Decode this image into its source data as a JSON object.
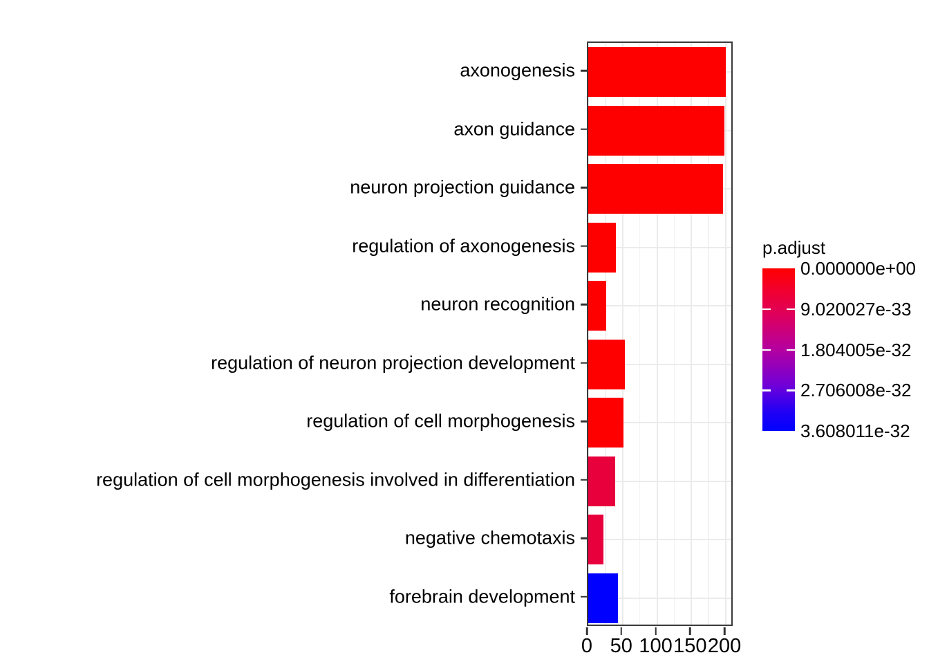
{
  "chart_data": {
    "type": "bar",
    "orientation": "horizontal",
    "title": "",
    "xlabel": "",
    "ylabel": "",
    "xlim": [
      0,
      212
    ],
    "xticks": [
      0,
      50,
      100,
      150,
      200
    ],
    "xticklabels": [
      "0",
      "50",
      "100",
      "150",
      "200"
    ],
    "grid": true,
    "grid_color": "#ebebeb",
    "categories": [
      "axonogenesis",
      "axon guidance",
      "neuron projection guidance",
      "regulation of axonogenesis",
      "neuron recognition",
      "regulation of neuron projection development",
      "regulation of cell morphogenesis",
      "regulation of cell morphogenesis involved in differentiation",
      "negative chemotaxis",
      "forebrain development"
    ],
    "values": [
      200,
      198,
      196,
      40,
      26,
      53,
      51,
      39,
      22,
      43
    ],
    "bar_colors": [
      "#ff0000",
      "#ff0000",
      "#ff0000",
      "#ff0000",
      "#ff0000",
      "#ff0000",
      "#ff0000",
      "#e8003c",
      "#e8003c",
      "#0000ff"
    ],
    "legend": {
      "title": "p.adjust",
      "position": "right",
      "colormap_high": "#ff0000",
      "colormap_low": "#0000ff",
      "labels": [
        "0.000000e+00",
        "9.020027e-33",
        "1.804005e-32",
        "2.706008e-32",
        "3.608011e-32"
      ],
      "values": [
        0.0,
        9.020027e-33,
        1.804005e-32,
        2.706008e-32,
        3.608011e-32
      ]
    }
  },
  "colors": {
    "panel_border": "#3a3a3a",
    "background": "#ffffff",
    "tick": "#333333"
  }
}
